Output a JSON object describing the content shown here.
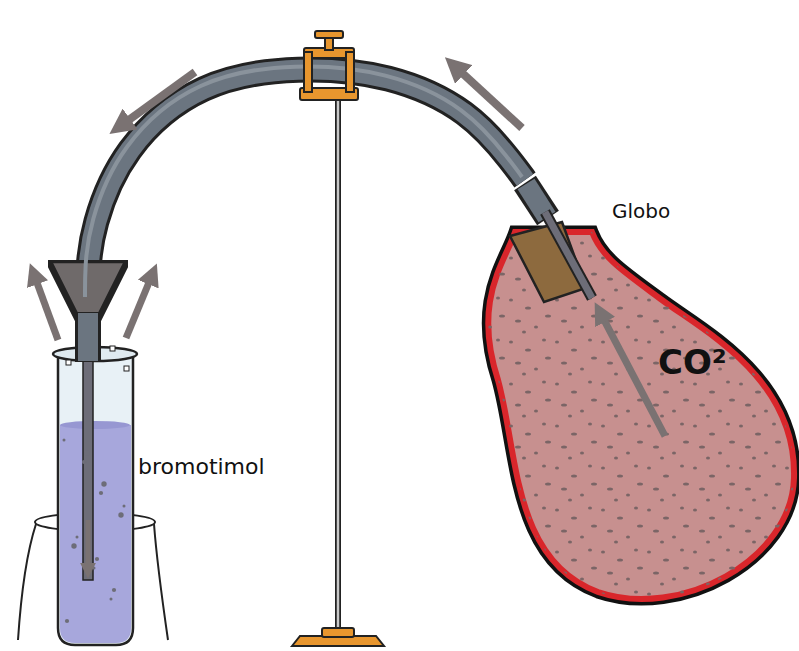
{
  "diagram": {
    "nodes": [
      {
        "text": [
          "bromotimol"
        ]
      },
      {
        "text": [
          "Globo",
          "CO²"
        ]
      }
    ],
    "edges": [
      {
        "from": 1,
        "to": 0,
        "arrow": "to"
      }
    ]
  }
}
